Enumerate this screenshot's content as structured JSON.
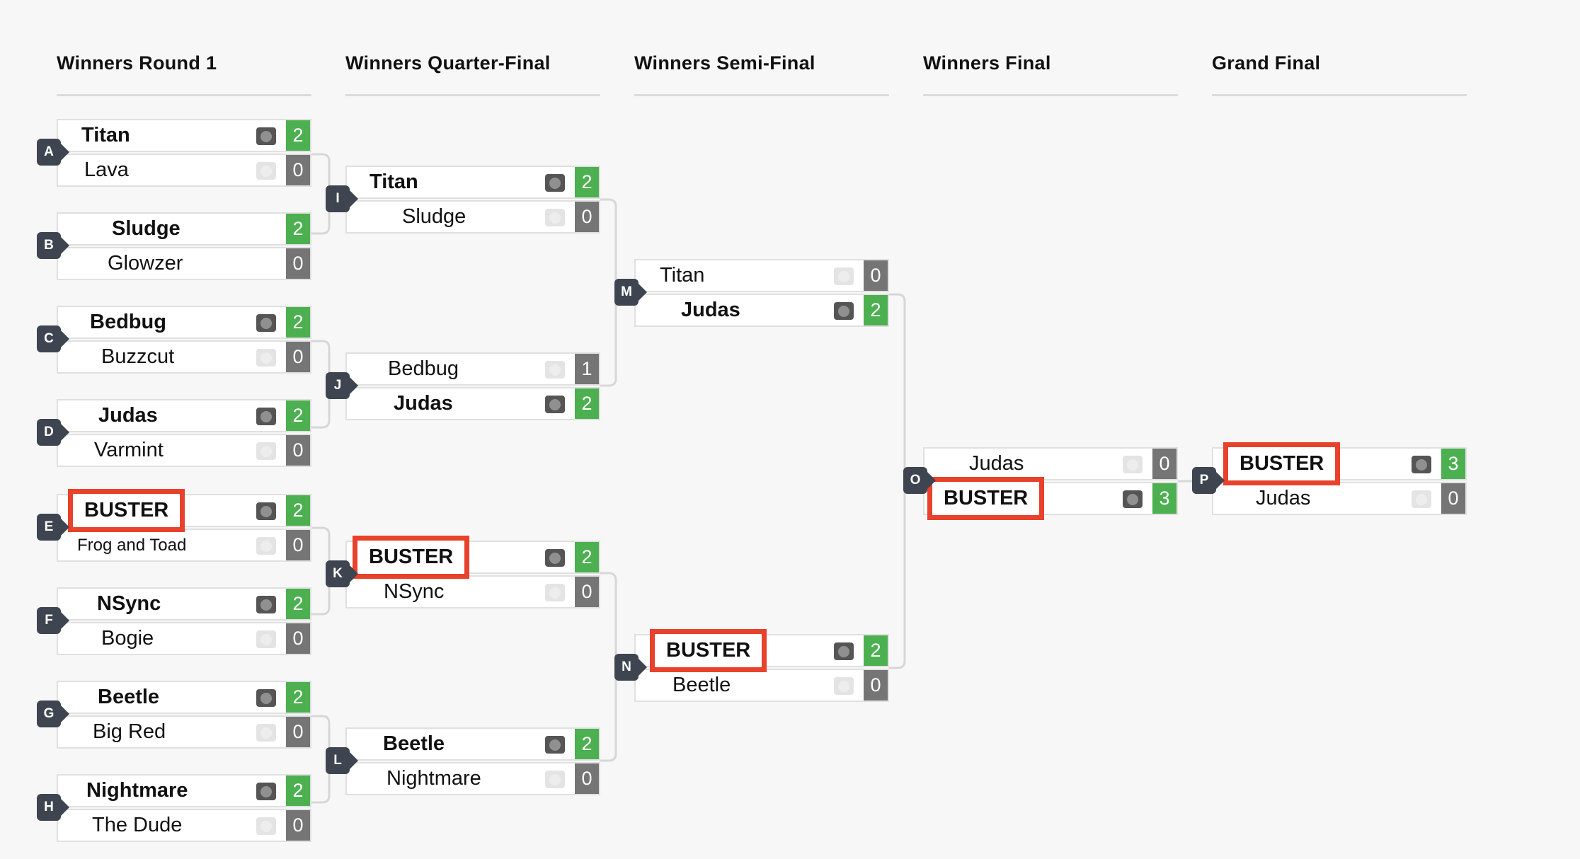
{
  "rounds": [
    {
      "title": "Winners Round 1"
    },
    {
      "title": "Winners Quarter-Final"
    },
    {
      "title": "Winners Semi-Final"
    },
    {
      "title": "Winners Final"
    },
    {
      "title": "Grand Final"
    }
  ],
  "matches": [
    {
      "id": "A",
      "top": {
        "name": "Titan",
        "score": "2"
      },
      "bottom": {
        "name": "Lava",
        "score": "0"
      }
    },
    {
      "id": "B",
      "top": {
        "name": "Sludge",
        "score": "2"
      },
      "bottom": {
        "name": "Glowzer",
        "score": "0"
      }
    },
    {
      "id": "C",
      "top": {
        "name": "Bedbug",
        "score": "2"
      },
      "bottom": {
        "name": "Buzzcut",
        "score": "0"
      }
    },
    {
      "id": "D",
      "top": {
        "name": "Judas",
        "score": "2"
      },
      "bottom": {
        "name": "Varmint",
        "score": "0"
      }
    },
    {
      "id": "E",
      "top": {
        "name": "BUSTER",
        "score": "2"
      },
      "bottom": {
        "name": "Frog and Toad",
        "score": "0"
      }
    },
    {
      "id": "F",
      "top": {
        "name": "NSync",
        "score": "2"
      },
      "bottom": {
        "name": "Bogie",
        "score": "0"
      }
    },
    {
      "id": "G",
      "top": {
        "name": "Beetle",
        "score": "2"
      },
      "bottom": {
        "name": "Big Red",
        "score": "0"
      }
    },
    {
      "id": "H",
      "top": {
        "name": "Nightmare",
        "score": "2"
      },
      "bottom": {
        "name": "The Dude",
        "score": "0"
      }
    },
    {
      "id": "I",
      "top": {
        "name": "Titan",
        "score": "2"
      },
      "bottom": {
        "name": "Sludge",
        "score": "0"
      }
    },
    {
      "id": "J",
      "top": {
        "name": "Bedbug",
        "score": "1"
      },
      "bottom": {
        "name": "Judas",
        "score": "2"
      }
    },
    {
      "id": "K",
      "top": {
        "name": "BUSTER",
        "score": "2"
      },
      "bottom": {
        "name": "NSync",
        "score": "0"
      }
    },
    {
      "id": "L",
      "top": {
        "name": "Beetle",
        "score": "2"
      },
      "bottom": {
        "name": "Nightmare",
        "score": "0"
      }
    },
    {
      "id": "M",
      "top": {
        "name": "Titan",
        "score": "0"
      },
      "bottom": {
        "name": "Judas",
        "score": "2"
      }
    },
    {
      "id": "N",
      "top": {
        "name": "BUSTER",
        "score": "2"
      },
      "bottom": {
        "name": "Beetle",
        "score": "0"
      }
    },
    {
      "id": "O",
      "top": {
        "name": "Judas",
        "score": "0"
      },
      "bottom": {
        "name": "BUSTER",
        "score": "3"
      }
    },
    {
      "id": "P",
      "top": {
        "name": "BUSTER",
        "score": "3"
      },
      "bottom": {
        "name": "Judas",
        "score": "0"
      }
    }
  ],
  "colors": {
    "win": "#4cb050",
    "loss": "#757575",
    "highlight": "#e8412c",
    "badge": "#3f4550"
  }
}
